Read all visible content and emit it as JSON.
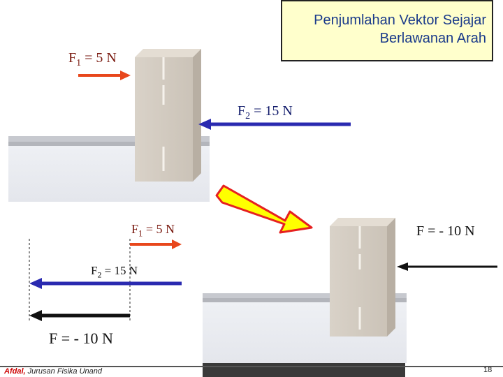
{
  "title": {
    "line1": "Penjumlahan Vektor Sejajar",
    "line2": "Berlawanan Arah"
  },
  "scene_top": {
    "f1_label": "F1 = 5 N",
    "f2_label": "F2 = 15 N"
  },
  "scene_result": {
    "f_label": "F = - 10 N"
  },
  "diagram": {
    "f1_label": "F1 = 5 N",
    "f2_label": "F2 = 15 N",
    "f_label": "F = - 10 N"
  },
  "footer": {
    "author": "Afdal,",
    "affiliation": "Jurusan Fisika Unand",
    "page": "18"
  },
  "colors": {
    "red_arrow": "#e8471c",
    "blue_arrow": "#2a2ab0",
    "black_arrow": "#111111",
    "big_arrow_fill": "#ffff00",
    "big_arrow_stroke": "#e62020"
  }
}
